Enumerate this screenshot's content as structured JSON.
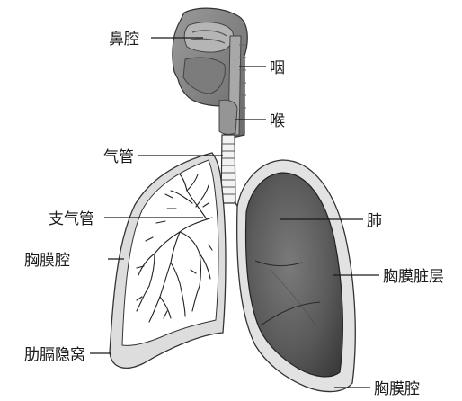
{
  "labels": {
    "nasal_cavity": "鼻腔",
    "pharynx": "咽",
    "larynx": "喉",
    "trachea": "气管",
    "bronchus": "支气管",
    "pleural_cavity_left": "胸膜腔",
    "costodiaphragmatic_recess": "肋膈隐窝",
    "lung": "肺",
    "visceral_pleura": "胸膜脏层",
    "pleural_cavity_bottom": "胸膜腔"
  },
  "colors": {
    "line": "#1a1a1a",
    "head_fill": "#8a8a8a",
    "lung_fill": "#5e5e5e",
    "pleura_fill": "#d6d6d6"
  }
}
